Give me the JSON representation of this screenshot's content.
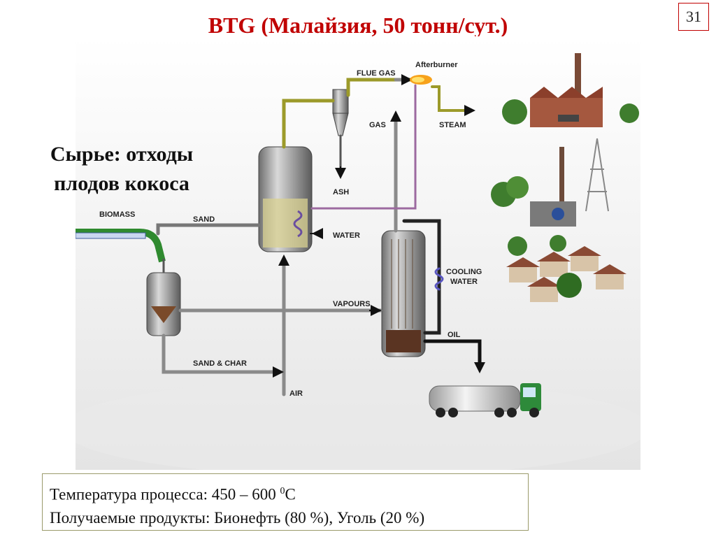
{
  "title": "BTG (Малайзия, 50 тонн/сут.)",
  "page_number": "31",
  "feedstock_label": "Сырье: отходы плодов кокоса",
  "diagram_labels": {
    "biomass": "BIOMASS",
    "sand": "SAND",
    "water": "WATER",
    "flue_gas": "FLUE GAS",
    "afterburner": "Afterburner",
    "gas": "GAS",
    "steam": "STEAM",
    "ash": "ASH",
    "vapours": "VAPOURS",
    "cooling": "COOLING",
    "cooling_water": "WATER",
    "oil": "OIL",
    "sand_char": "SAND & CHAR",
    "air": "AIR"
  },
  "info": {
    "temperature_prefix": "Температура процесса: 450 – 600 ",
    "temperature_sup": "0",
    "temperature_unit": "С",
    "products": "Получаемые продукты: Бионефть (80 %),  Уголь (20 %)"
  }
}
